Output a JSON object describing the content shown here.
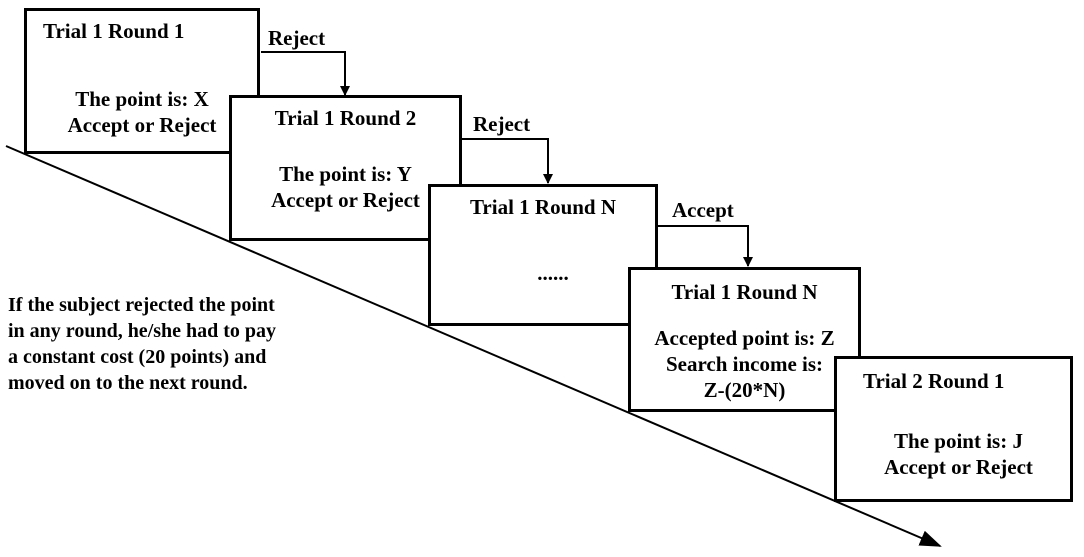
{
  "boxes": [
    {
      "title": "Trial 1 Round 1",
      "lines": [
        "The point is: X",
        "Accept or Reject"
      ]
    },
    {
      "title": "Trial 1 Round 2",
      "lines": [
        "The point is: Y",
        "Accept or Reject"
      ]
    },
    {
      "title": "Trial 1 Round N",
      "lines": [
        "......"
      ]
    },
    {
      "title": "Trial 1 Round N",
      "lines": [
        "Accepted point is: Z",
        "Search income is:",
        "Z-(20*N)"
      ]
    },
    {
      "title": "Trial 2 Round 1",
      "lines": [
        "The point is: J",
        "Accept or Reject"
      ]
    }
  ],
  "transitions": [
    {
      "label": "Reject"
    },
    {
      "label": "Reject"
    },
    {
      "label": "Accept"
    }
  ],
  "note": {
    "lines": [
      "If the subject rejected the point",
      "in any round, he/she had to pay",
      "a constant cost (20 points) and",
      "moved on to the next round."
    ]
  },
  "colors": {
    "stroke": "#000000",
    "background": "#ffffff",
    "text": "#000000"
  }
}
